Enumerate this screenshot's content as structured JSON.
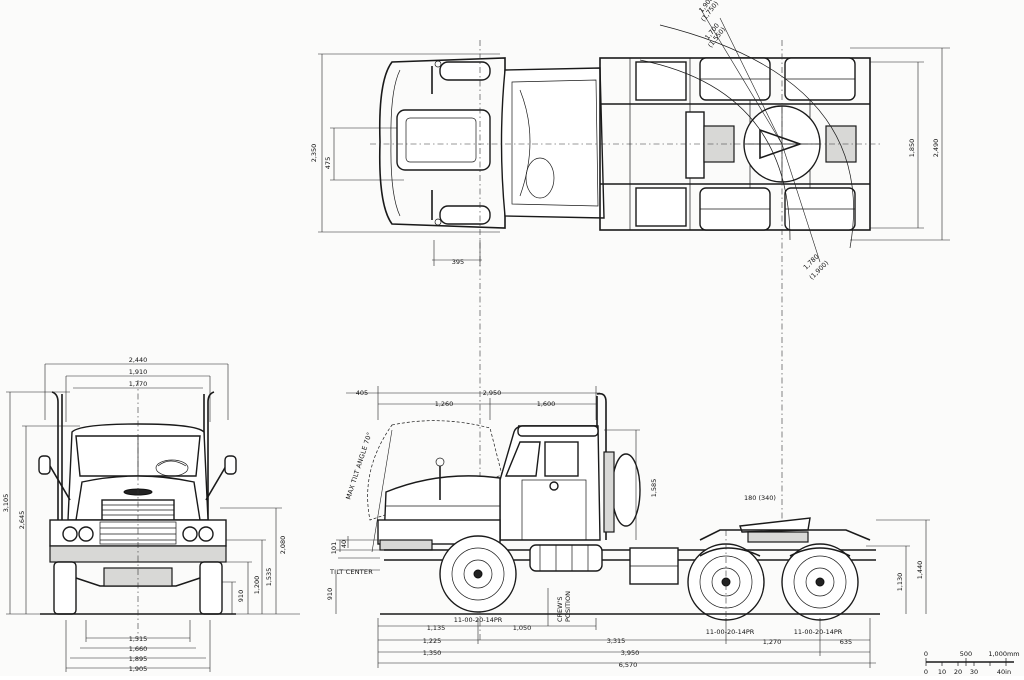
{
  "top_view": {
    "width_outer": "2,490",
    "width_rear": "1,850",
    "width_cab": "2,350",
    "offset": "475",
    "offset_front": "395",
    "swing_1": "1,900",
    "swing_1b": "(1,750)",
    "swing_2": "1,700",
    "swing_2b": "(1,550)",
    "swing_3": "1,780",
    "swing_3b": "(1,900)"
  },
  "front_view": {
    "w_overall": "2,440",
    "w_mirror": "1,910",
    "w_cab": "1,770",
    "h_overall": "3,105",
    "h_cab": "2,645",
    "h_body": "2,080",
    "h_bumper": "1,535",
    "h_frame": "1,200",
    "h_ground": "910",
    "t_front": "1,515",
    "t_axle": "1,660",
    "t_rear": "1,895",
    "t_outer": "1,905"
  },
  "side_view": {
    "overhang": "405",
    "cab_len": "2,950",
    "hood_len": "1,260",
    "cab_depth": "1,600",
    "tilt_angle": "MAX TILT ANGLE 70°",
    "tilt_center": "TILT CENTER",
    "cab_height": "1,585",
    "fifth_wheel": "180 (340)",
    "coupler_h": "1,440",
    "frame_h": "1,130",
    "v_101": "101",
    "v_40": "40",
    "v_910": "910",
    "tyre_front": "11-00-20-14PR",
    "tyre_rear_1": "11-00-20-14PR",
    "tyre_rear_2": "11-00-20-14PR",
    "crew_pos_1": "CREW'S",
    "crew_pos_2": "POSITION",
    "d_1135": "1,135",
    "d_1050": "1,050",
    "d_1225": "1,225",
    "d_3315": "3,315",
    "d_1350": "1,350",
    "d_3950": "3,950",
    "d_1270": "1,270",
    "d_635": "635",
    "d_6570": "6,570"
  },
  "scale_bar": {
    "top": [
      "0",
      "500",
      "1,000mm"
    ],
    "bottom": [
      "0",
      "10",
      "20",
      "30",
      "40in"
    ]
  }
}
